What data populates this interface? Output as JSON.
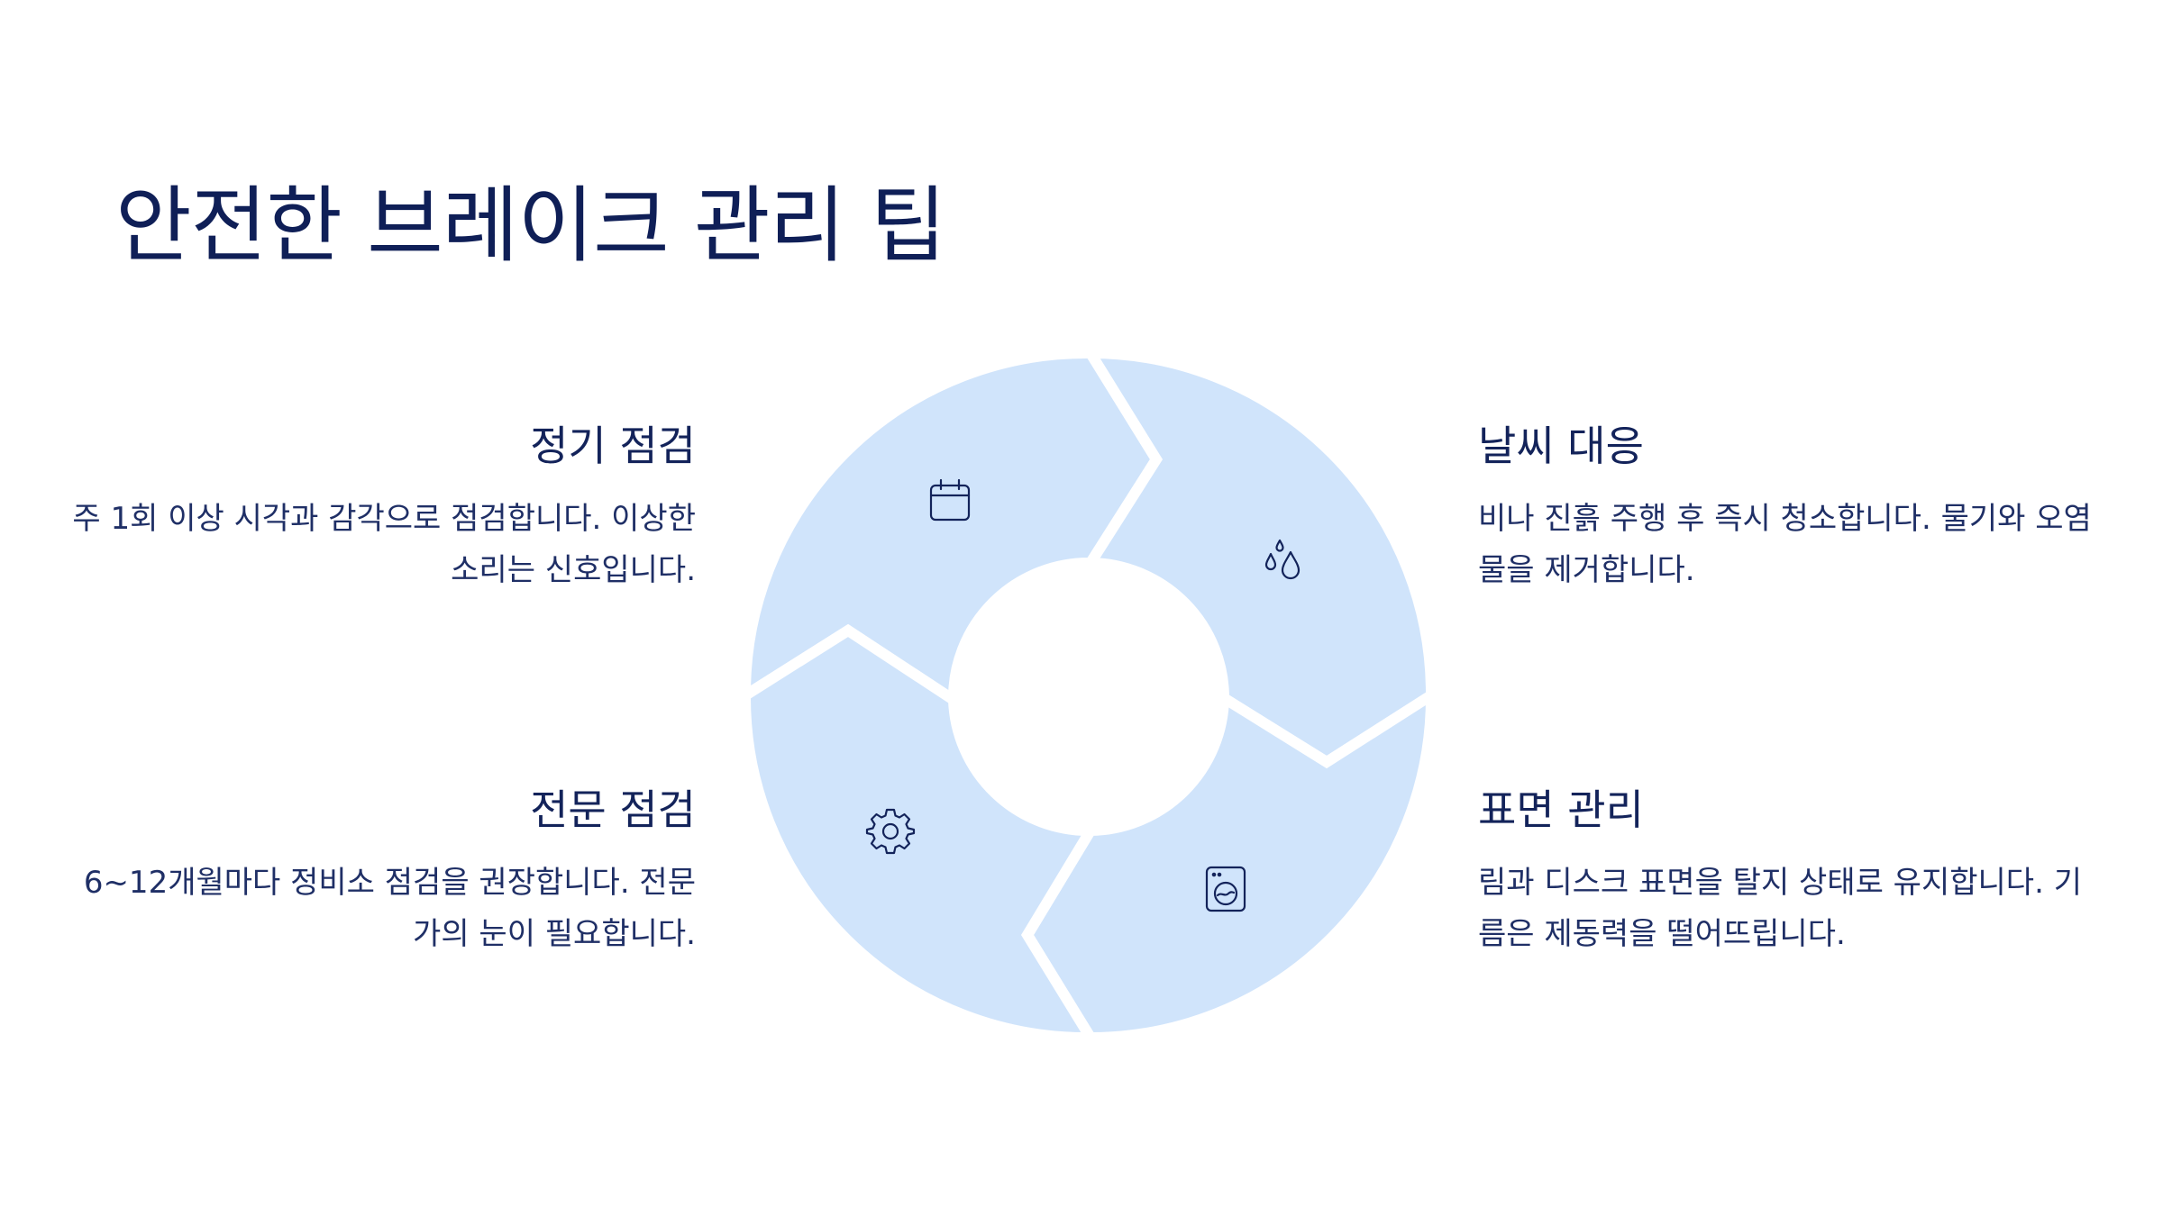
{
  "title": "안전한 브레이크 관리 팁",
  "items": [
    {
      "heading": "정기 점검",
      "text": "주 1회 이상 시각과 감각으로 점검합니다. 이상한 소리는 신호입니다.",
      "icon": "calendar-icon"
    },
    {
      "heading": "날씨 대응",
      "text": "비나 진흙 주행 후 즉시 청소합니다. 물기와 오염물을 제거합니다.",
      "icon": "water-drops-icon"
    },
    {
      "heading": "표면 관리",
      "text": "림과 디스크 표면을 탈지 상태로 유지합니다. 기름은 제동력을 떨어뜨립니다.",
      "icon": "washing-machine-icon"
    },
    {
      "heading": "전문 점검",
      "text": "6~12개월마다 정비소 점검을 권장합니다. 전문가의 눈이 필요합니다.",
      "icon": "gear-icon"
    }
  ],
  "colors": {
    "segment_fill": "#d0e4fb",
    "text": "#13235a",
    "background": "#ffffff"
  }
}
